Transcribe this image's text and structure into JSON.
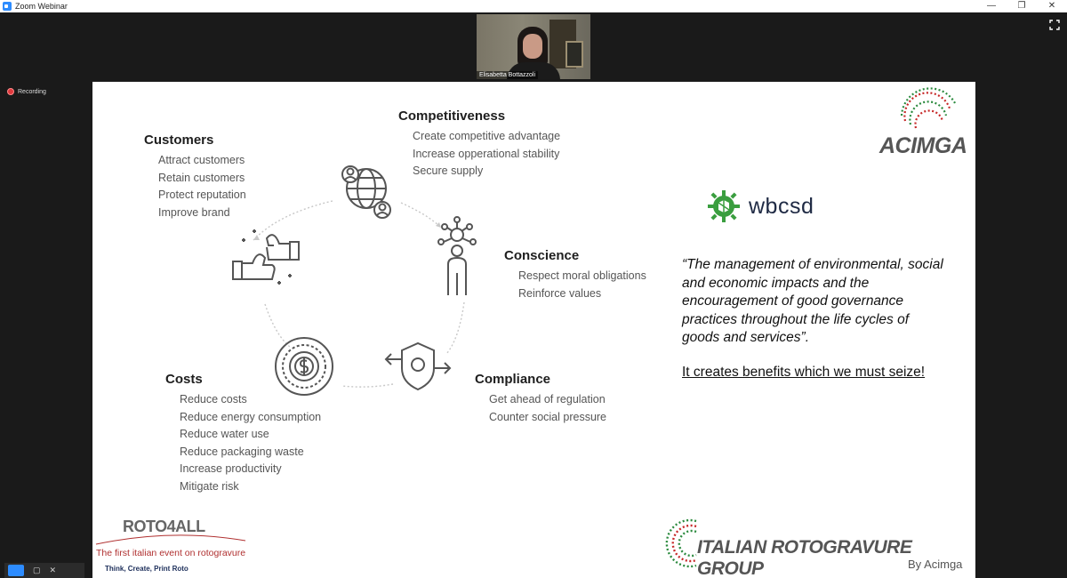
{
  "window": {
    "title": "Zoom Webinar",
    "minimize_label": "—",
    "maximize_label": "❐",
    "close_label": "✕"
  },
  "video": {
    "participant_name": "Elisabetta Bottazzoli"
  },
  "recording": {
    "label": "Recording"
  },
  "slide": {
    "competitiveness": {
      "title": "Competitiveness",
      "items": [
        "Create competitive advantage",
        "Increase opperational stability",
        "Secure supply"
      ]
    },
    "customers": {
      "title": "Customers",
      "items": [
        "Attract customers",
        "Retain customers",
        "Protect reputation",
        "Improve brand"
      ]
    },
    "conscience": {
      "title": "Conscience",
      "items": [
        "Respect moral obligations",
        "Reinforce values"
      ]
    },
    "costs": {
      "title": "Costs",
      "items": [
        "Reduce costs",
        "Reduce energy consumption",
        "Reduce water use",
        "Reduce packaging waste",
        "Increase productivity",
        "Mitigate risk"
      ]
    },
    "compliance": {
      "title": "Compliance",
      "items": [
        "Get ahead of regulation",
        "Counter social pressure"
      ]
    },
    "wbcsd_label": "wbcsd",
    "quote": "“The management of environmental, social and economic impacts and the encouragement of good governance practices throughout the life cycles of goods and services”.",
    "benefit": "It creates benefits which we must seize!",
    "acimga_text": "ACIMGA",
    "roto4all": {
      "title": "ROTO4ALL",
      "subtitle": "The first italian event on rotogravure",
      "tagline": "Think, Create, Print Roto"
    },
    "irg": {
      "title": "ITALIAN ROTOGRAVURE GROUP",
      "by": "By Acimga"
    }
  },
  "colors": {
    "zoom_blue": "#2d8cff",
    "recording_red": "#e0393e",
    "slide_bg": "#ffffff",
    "app_bg": "#1a1a1a",
    "wbcsd_green": "#3a9e3f",
    "italy_green": "#2b8a3e",
    "italy_red": "#c62828"
  },
  "icons": [
    "zoom-icon",
    "fullscreen-icon",
    "globe-people-icon",
    "network-person-icon",
    "shield-arrows-icon",
    "dollar-target-icon",
    "thumbs-up-icon"
  ]
}
